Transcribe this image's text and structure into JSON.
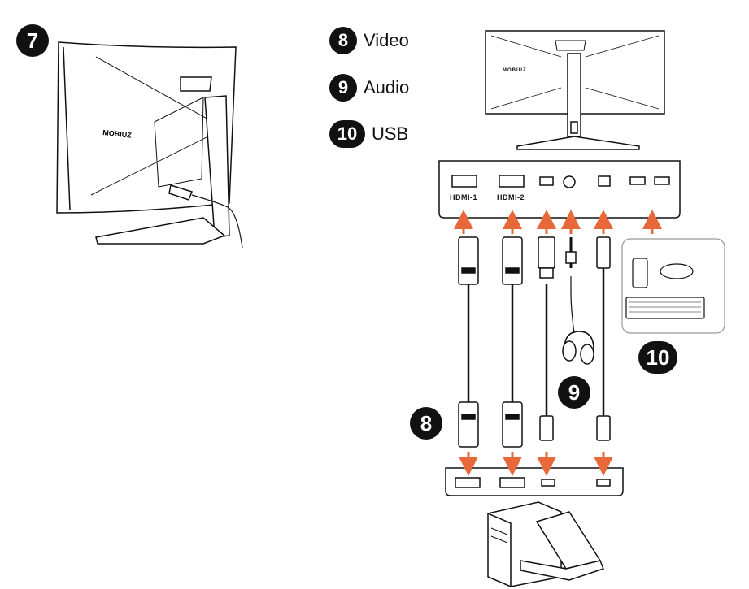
{
  "step_badge": "7",
  "legend": [
    {
      "num": "8",
      "label": "Video"
    },
    {
      "num": "9",
      "label": "Audio"
    },
    {
      "num": "10",
      "label": "USB"
    }
  ],
  "callouts": {
    "video": "8",
    "audio": "9",
    "usb": "10"
  },
  "monitor_brand": "MOBIUZ",
  "port_labels": {
    "hdmi1": "HDMI-1",
    "hdmi2": "HDMI-2"
  },
  "colors": {
    "arrow": "#E8683A",
    "line": "#111111",
    "badge": "#111111"
  }
}
